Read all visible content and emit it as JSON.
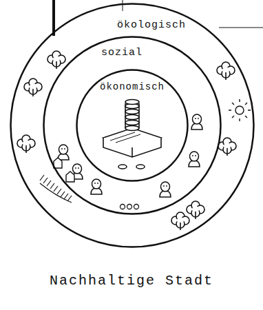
{
  "diagram": {
    "caption": "Nachhaltige Stadt",
    "nodes": [
      {
        "text": [
          "ökologisch"
        ]
      },
      {
        "text": [
          "sozial"
        ],
        "in": 0
      },
      {
        "text": [
          "ökonomisch"
        ],
        "in": 1
      }
    ]
  }
}
